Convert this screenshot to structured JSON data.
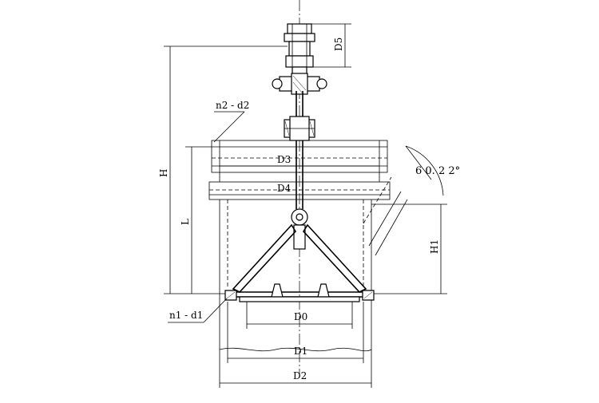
{
  "drawing": {
    "labels": {
      "D5": "D5",
      "n2d2": "n2 - d2",
      "H": "H",
      "D3": "D3",
      "D4": "D4",
      "L": "L",
      "angle": "6 0. 2 2°",
      "H1": "H1",
      "n1d1": "n1 - d1",
      "D0": "D0",
      "D1": "D1",
      "D2": "D2"
    }
  }
}
